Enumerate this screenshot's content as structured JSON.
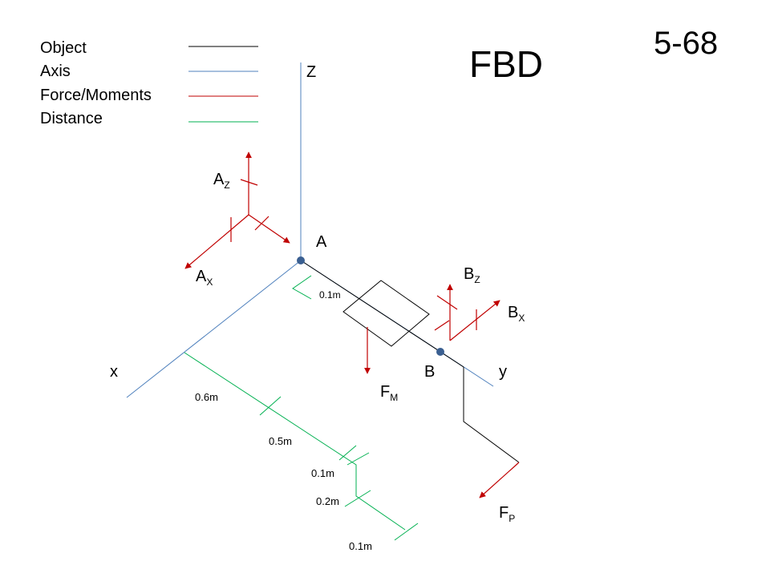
{
  "problem_number": "5-68",
  "title": "FBD",
  "legend": [
    {
      "label": "Object",
      "color": "#000000"
    },
    {
      "label": "Axis",
      "color": "#4f81bd"
    },
    {
      "label": "Force/Moments",
      "color": "#c00000"
    },
    {
      "label": "Distance",
      "color": "#00b050"
    }
  ],
  "axes": {
    "z": "Z",
    "x": "x",
    "y": "y"
  },
  "points": {
    "a": "A",
    "b": "B"
  },
  "forces": {
    "az": {
      "main": "A",
      "sub": "Z"
    },
    "ax": {
      "main": "A",
      "sub": "X"
    },
    "bz": {
      "main": "B",
      "sub": "Z"
    },
    "bx": {
      "main": "B",
      "sub": "X"
    },
    "fm": {
      "main": "F",
      "sub": "M"
    },
    "fp": {
      "main": "F",
      "sub": "P"
    }
  },
  "distances": {
    "d_a_offset": "0.1m",
    "d1": "0.6m",
    "d2": "0.5m",
    "d3": "0.1m",
    "d4": "0.2m",
    "d5": "0.1m"
  },
  "colors": {
    "object": "#000000",
    "axis": "#4f81bd",
    "force": "#c00000",
    "distance": "#00b050",
    "point": "#3a5f91"
  }
}
